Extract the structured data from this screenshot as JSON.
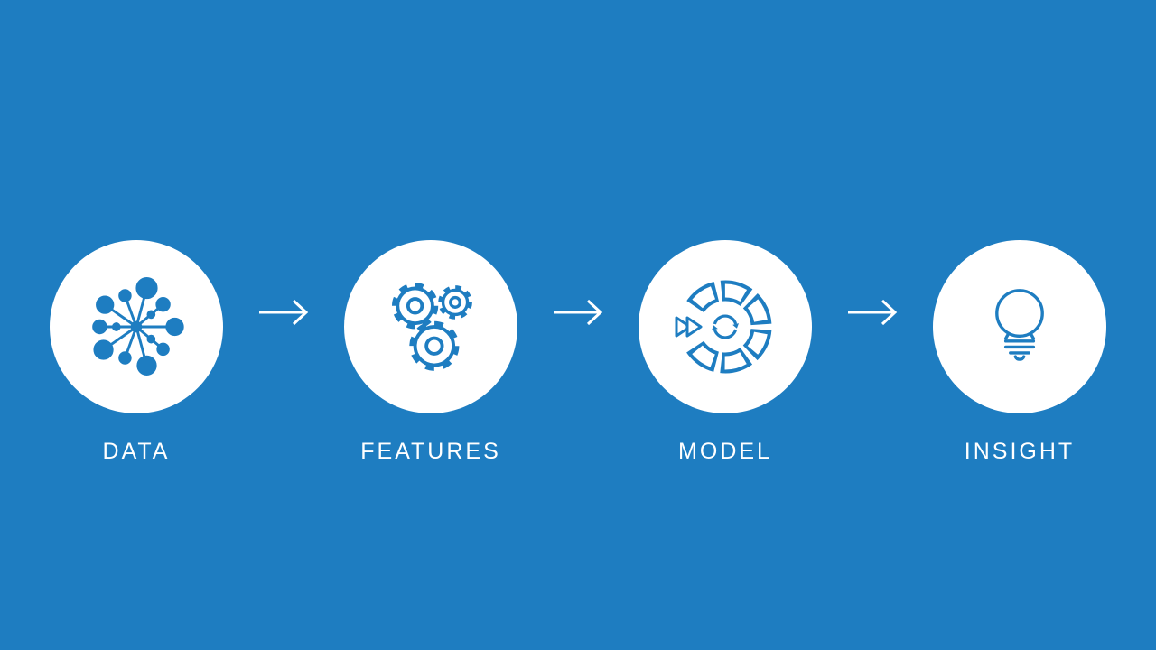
{
  "colors": {
    "background": "#1e7dc1",
    "icon": "#1e7dc1",
    "circle_fill": "#ffffff",
    "arrow": "#ffffff",
    "label_text": "#ffffff"
  },
  "stages": [
    {
      "label": "DATA",
      "icon": "data-network-icon"
    },
    {
      "label": "FEATURES",
      "icon": "gears-icon"
    },
    {
      "label": "MODEL",
      "icon": "model-iteration-icon"
    },
    {
      "label": "INSIGHT",
      "icon": "lightbulb-icon"
    }
  ]
}
